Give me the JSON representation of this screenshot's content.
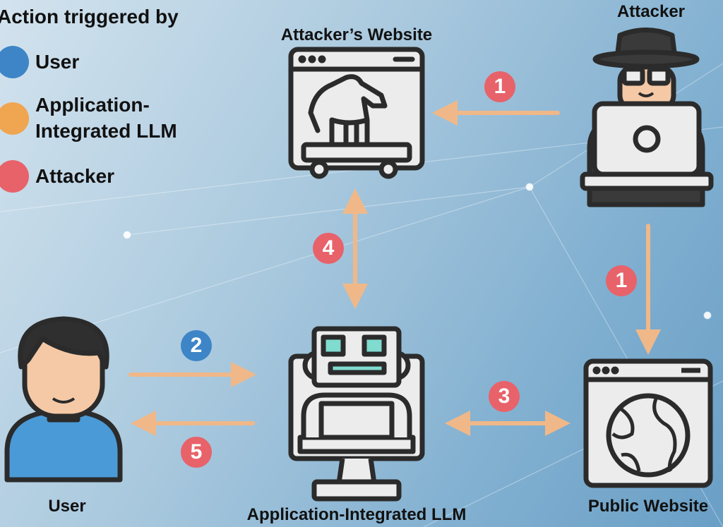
{
  "legend": {
    "title": "Action triggered by",
    "items": [
      {
        "label": "User",
        "color": "#3d85c6"
      },
      {
        "label": "Application-\nIntegrated LLM",
        "line1": "Application-",
        "line2": "Integrated LLM",
        "color": "#f0a550"
      },
      {
        "label": "Attacker",
        "color": "#e8626a"
      }
    ]
  },
  "nodes": {
    "attacker_website": "Attacker’s Website",
    "attacker": "Attacker",
    "user": "User",
    "llm": "Application-Integrated LLM",
    "public_website": "Public Website"
  },
  "steps": [
    {
      "num": "1",
      "actor": "Attacker",
      "from": "Attacker",
      "to": "Attacker’s Website"
    },
    {
      "num": "1",
      "actor": "Attacker",
      "from": "Attacker",
      "to": "Public Website"
    },
    {
      "num": "2",
      "actor": "User",
      "from": "User",
      "to": "Application-Integrated LLM"
    },
    {
      "num": "3",
      "actor": "Attacker",
      "from": "Application-Integrated LLM",
      "to": "Public Website",
      "bidirectional": true
    },
    {
      "num": "4",
      "actor": "Attacker",
      "from": "Application-Integrated LLM",
      "to": "Attacker’s Website",
      "bidirectional": true
    },
    {
      "num": "5",
      "actor": "Attacker",
      "from": "Application-Integrated LLM",
      "to": "User"
    }
  ],
  "colors": {
    "arrow": "#f0b888",
    "outline": "#2b2b2b",
    "panel": "#ececec",
    "accent": "#7fdccf"
  }
}
